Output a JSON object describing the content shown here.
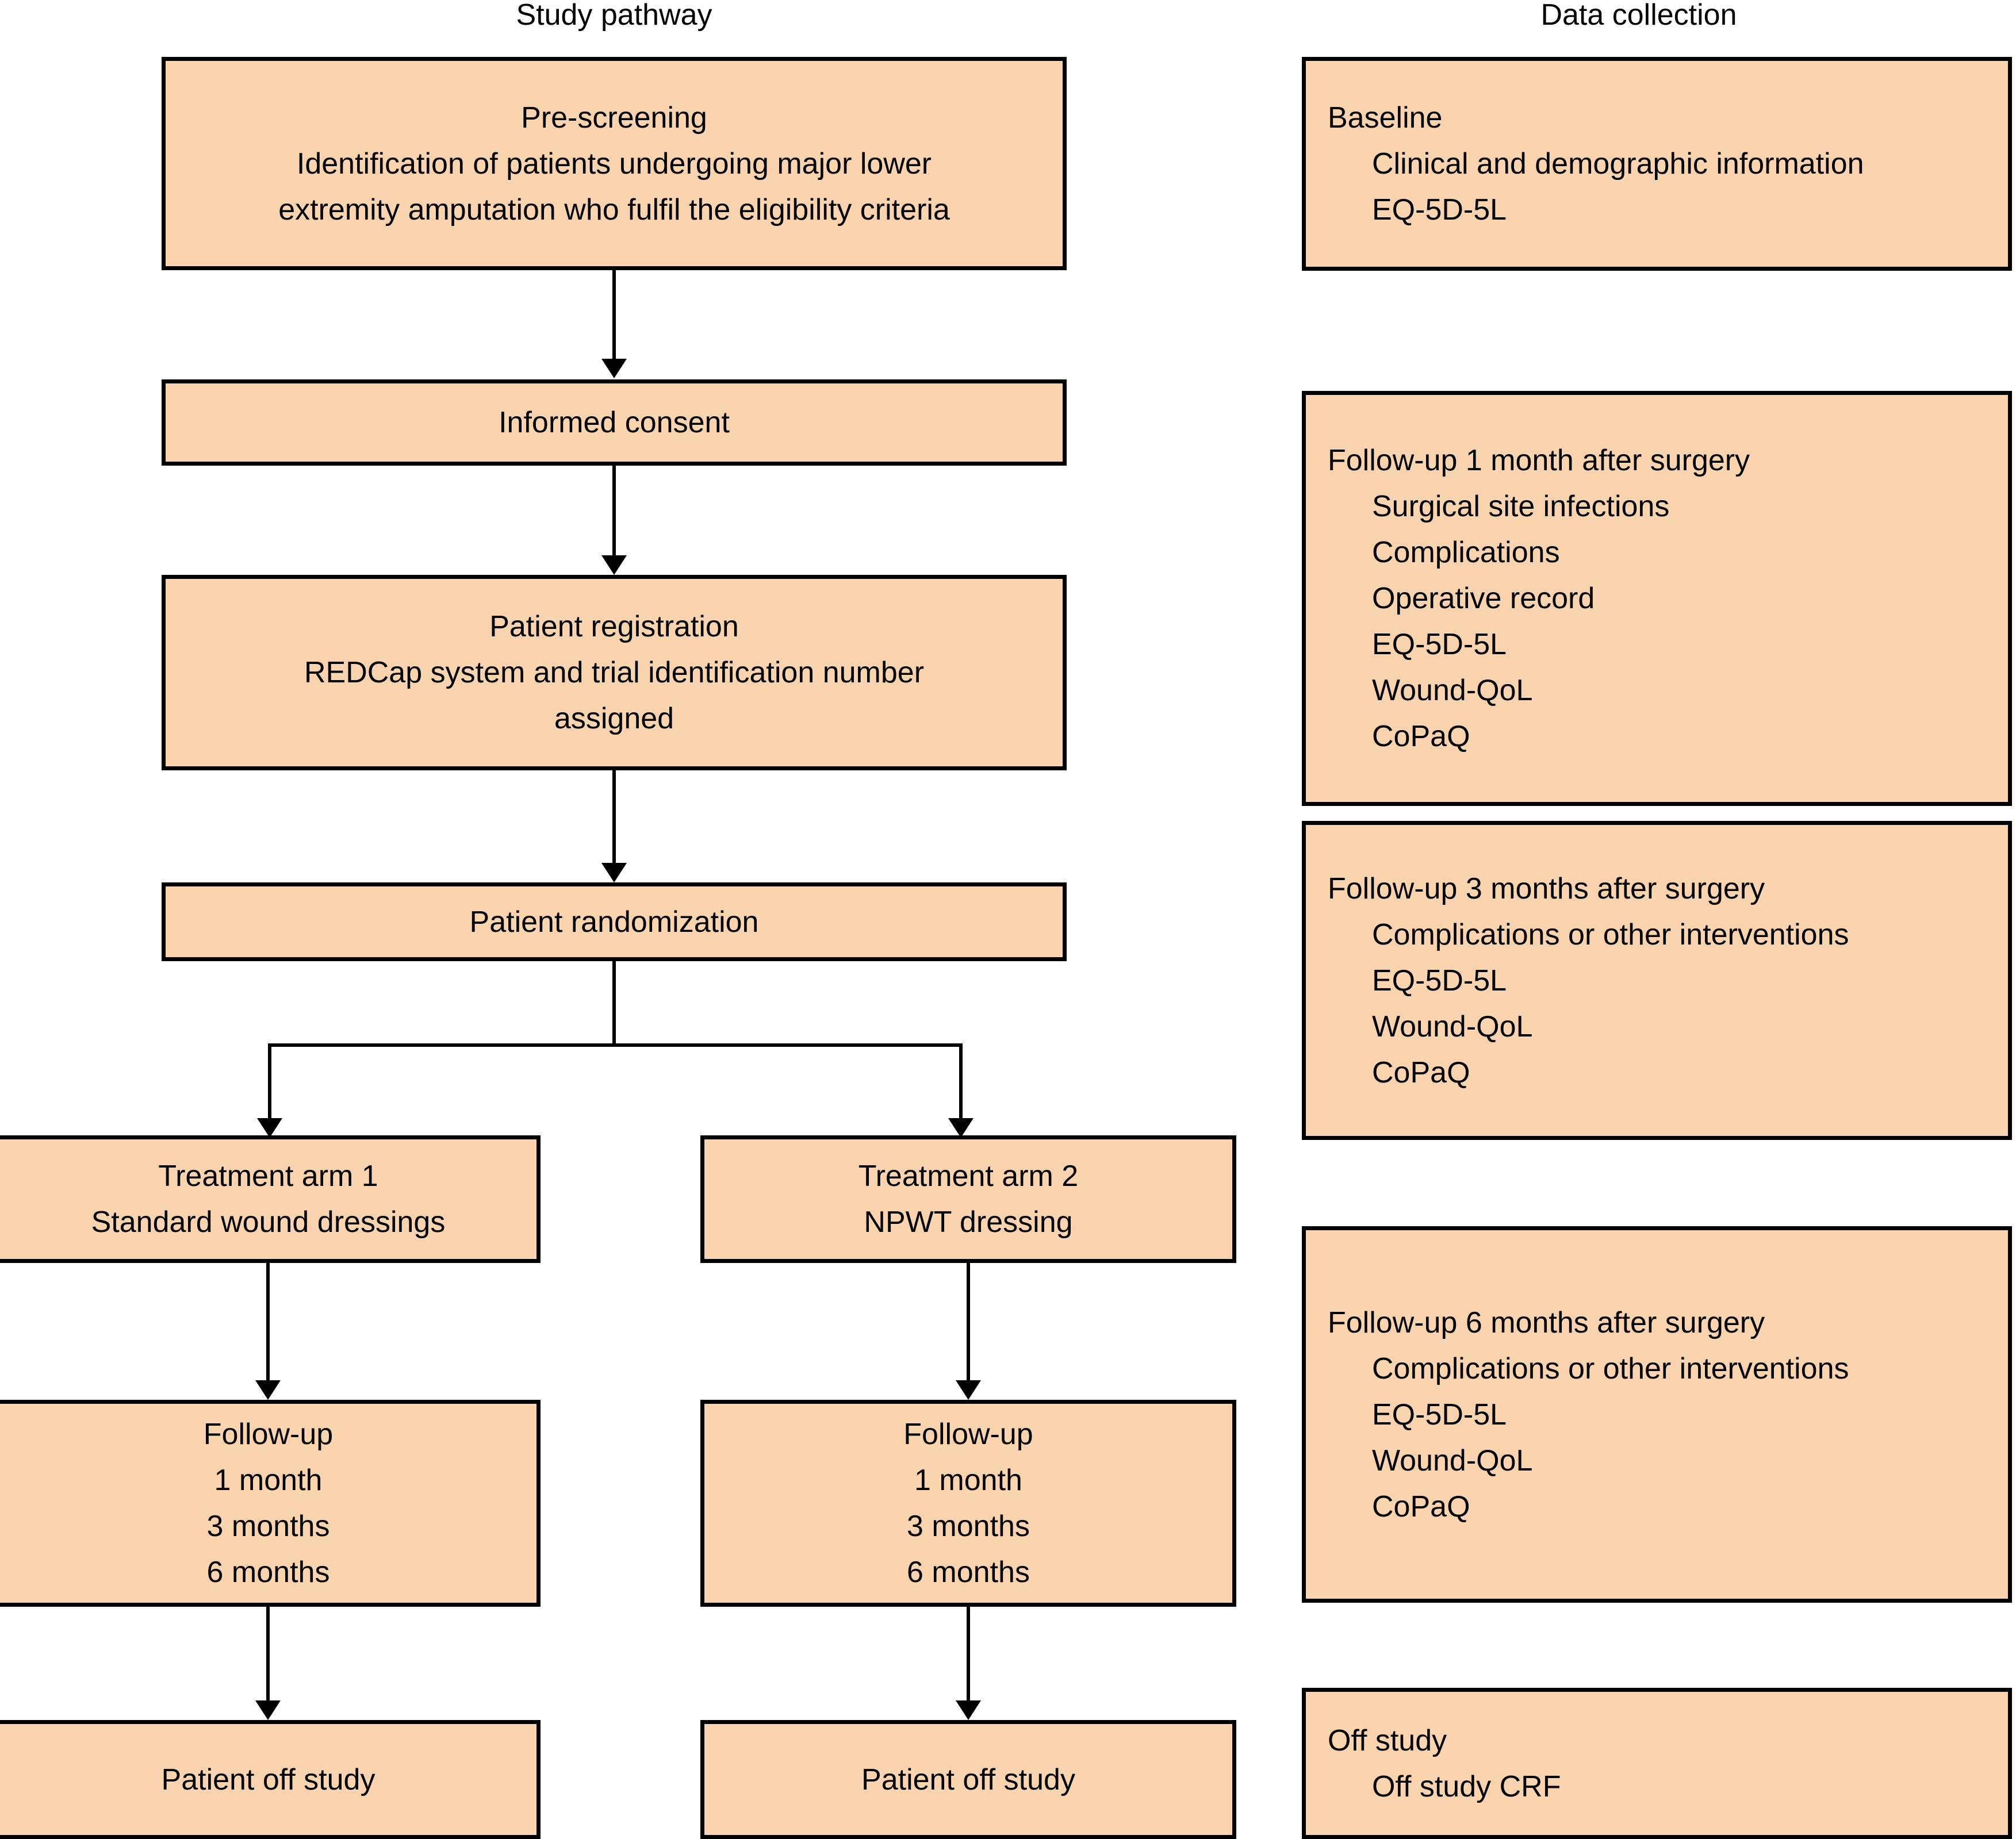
{
  "columns": {
    "left_title": "Study pathway",
    "right_title": "Data collection"
  },
  "theme": {
    "box_fill": "#fad3af",
    "box_border": "#000000",
    "text": "#000000",
    "page_background": "#ffffff"
  },
  "pathway": {
    "pre_screening": {
      "line1": "Pre-screening",
      "line2": "Identification of patients undergoing major lower",
      "line3": "extremity amputation who fulfil the eligibility criteria"
    },
    "informed_consent": {
      "line1": "Informed consent"
    },
    "patient_registration": {
      "line1": "Patient registration",
      "line2": "REDCap system and trial identification number",
      "line3": "assigned"
    },
    "patient_randomization": {
      "line1": "Patient randomization"
    },
    "treatment_arm_1": {
      "line1": "Treatment arm 1",
      "line2": "Standard wound dressings"
    },
    "treatment_arm_2": {
      "line1": "Treatment arm 2",
      "line2": "NPWT dressing"
    },
    "followup_arm_1": {
      "line1": "Follow-up",
      "line2": "1 month",
      "line3": "3 months",
      "line4": "6 months"
    },
    "followup_arm_2": {
      "line1": "Follow-up",
      "line2": "1 month",
      "line3": "3 months",
      "line4": "6 months"
    },
    "off_study_arm_1": {
      "line1": "Patient off study"
    },
    "off_study_arm_2": {
      "line1": "Patient off study"
    }
  },
  "data_collection": {
    "baseline": {
      "heading": "Baseline",
      "items": [
        "Clinical and demographic information",
        "EQ-5D-5L"
      ]
    },
    "followup_1_month": {
      "heading": "Follow-up 1 month after surgery",
      "items": [
        "Surgical site infections",
        "Complications",
        "Operative record",
        "EQ-5D-5L",
        "Wound-QoL",
        "CoPaQ"
      ]
    },
    "followup_3_months": {
      "heading": "Follow-up 3 months after surgery",
      "items": [
        "Complications or other interventions",
        "EQ-5D-5L",
        "Wound-QoL",
        "CoPaQ"
      ]
    },
    "followup_6_months": {
      "heading": "Follow-up 6 months after surgery",
      "items": [
        "Complications or other interventions",
        "EQ-5D-5L",
        "Wound-QoL",
        "CoPaQ"
      ]
    },
    "off_study": {
      "heading": "Off study",
      "items": [
        "Off study CRF"
      ]
    }
  }
}
